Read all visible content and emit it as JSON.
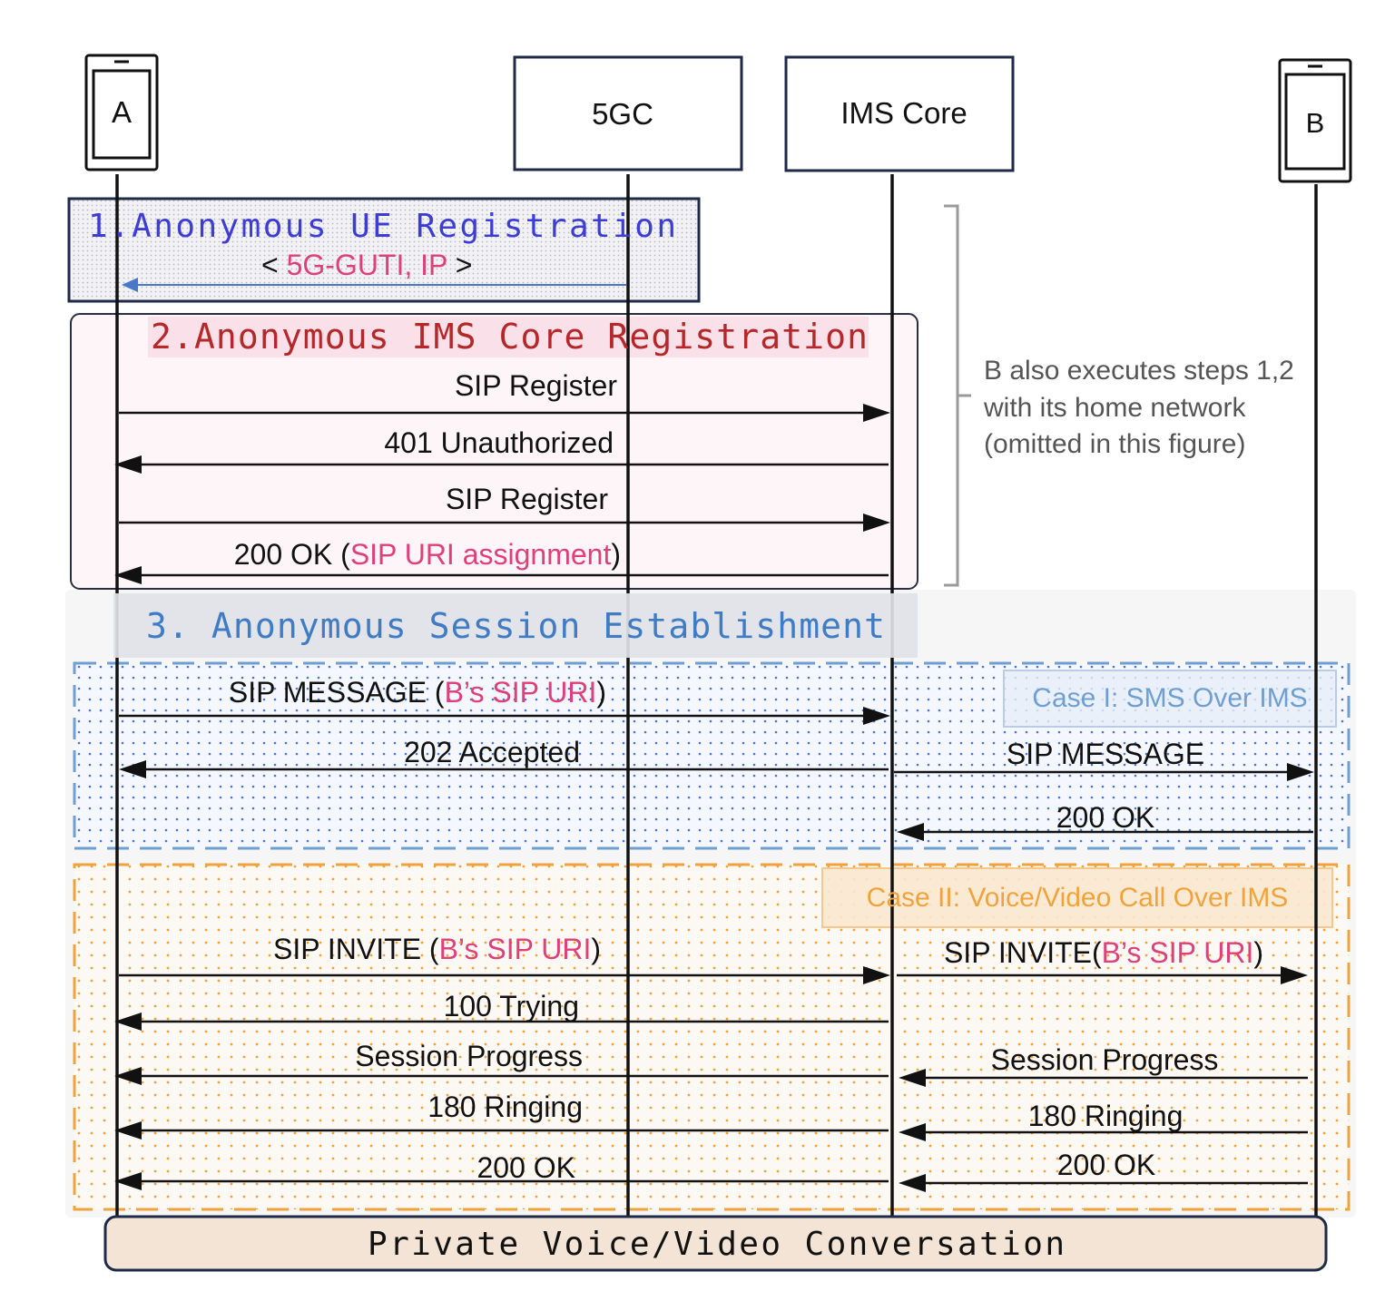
{
  "colors": {
    "ink": "#111111",
    "pink_text": "#e0407a",
    "step1_title": "#3d3dd6",
    "step1_arrow": "#4a78c8",
    "step2_title": "#b5282a",
    "step3_title": "#3f7cc4",
    "case1_border": "#6f9fd2",
    "case2_border": "#f0a33c",
    "case2_label": "#f0a33c",
    "bracket": "#9a9a9a",
    "note_text": "#555555",
    "conversation_fill": "#f3e4d5"
  },
  "participants": [
    {
      "id": "A",
      "label": "A",
      "kind": "phone"
    },
    {
      "id": "5GC",
      "label": "5GC",
      "kind": "box"
    },
    {
      "id": "IMS",
      "label": "IMS Core",
      "kind": "box"
    },
    {
      "id": "B",
      "label": "B",
      "kind": "phone"
    }
  ],
  "step1": {
    "title": "1.Anonymous UE Registration",
    "sub_open": "< ",
    "sub_highlight": "5G-GUTI, IP",
    "sub_close": " >"
  },
  "step2": {
    "title": "2.Anonymous IMS Core Registration",
    "messages": [
      {
        "plain": "SIP Register"
      },
      {
        "plain": "401 Unauthorized"
      },
      {
        "plain": "SIP Register"
      },
      {
        "plain": "200 OK (",
        "highlight": "SIP URI assignment",
        "suffix": ")"
      }
    ]
  },
  "note": {
    "line1": "B also executes steps 1,2",
    "line2": "with its home network",
    "line3": "(omitted in this figure)"
  },
  "step3": {
    "title": "3. Anonymous Session Establishment"
  },
  "case1": {
    "label": "Case I: SMS Over IMS",
    "messages": [
      {
        "plain": "SIP MESSAGE (",
        "highlight": "B’s SIP URI",
        "suffix": ")"
      },
      {
        "plain": "202 Accepted"
      },
      {
        "plain": "SIP MESSAGE"
      },
      {
        "plain": "200 OK"
      }
    ]
  },
  "case2": {
    "label": "Case II: Voice/Video Call Over IMS",
    "messages": [
      {
        "plain": "SIP INVITE (",
        "highlight": "B’s SIP URI",
        "suffix": ")"
      },
      {
        "plain": "SIP INVITE(",
        "highlight": "B’s SIP URI",
        "suffix": ")"
      },
      {
        "plain": "100 Trying"
      },
      {
        "plain": "Session Progress"
      },
      {
        "plain": "Session Progress"
      },
      {
        "plain": "180 Ringing"
      },
      {
        "plain": "180 Ringing"
      },
      {
        "plain": "200 OK"
      },
      {
        "plain": "200 OK"
      }
    ]
  },
  "conversation": {
    "label": "Private Voice/Video Conversation"
  }
}
